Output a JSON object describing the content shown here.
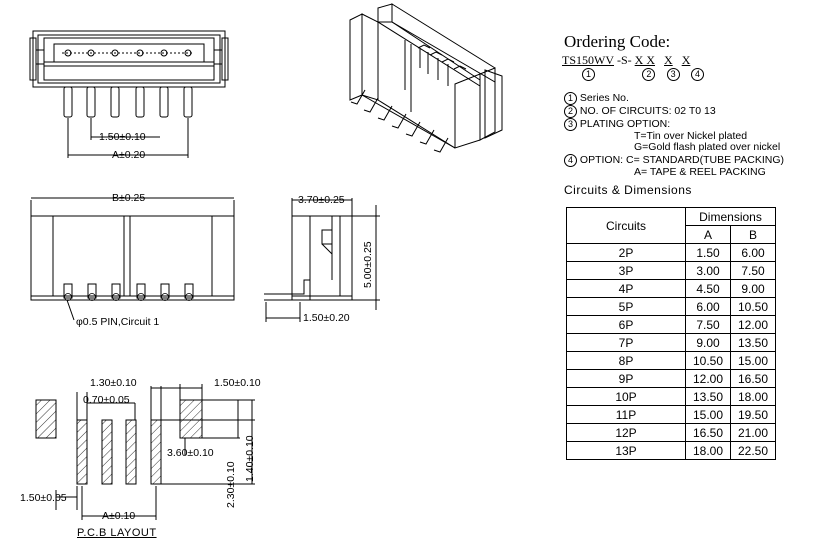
{
  "ordering": {
    "title": "Ordering Code:",
    "part_prefix": "TS150WV",
    "part_mid": "-S-",
    "part_x1": "X X",
    "part_x2": "X",
    "part_x3": "X",
    "circle_1": "1",
    "circle_2": "2",
    "circle_3": "3",
    "circle_4": "4"
  },
  "notes": {
    "n1": "Series No.",
    "n2": "NO. OF CIRCUITS: 02 T0 13",
    "n3": "PLATING OPTION:",
    "n3a": "T=Tin over Nickel plated",
    "n3b": "G=Gold flash plated over nickel",
    "n4": "OPTION: C= STANDARD(TUBE PACKING)",
    "n4b": "A= TAPE & REEL PACKING"
  },
  "table": {
    "title": "Circuits & Dimensions",
    "header_circuits": "Circuits",
    "header_dimensions": "Dimensions",
    "header_a": "A",
    "header_b": "B",
    "rows": [
      {
        "c": "2P",
        "a": "1.50",
        "b": "6.00"
      },
      {
        "c": "3P",
        "a": "3.00",
        "b": "7.50"
      },
      {
        "c": "4P",
        "a": "4.50",
        "b": "9.00"
      },
      {
        "c": "5P",
        "a": "6.00",
        "b": "10.50"
      },
      {
        "c": "6P",
        "a": "7.50",
        "b": "12.00"
      },
      {
        "c": "7P",
        "a": "9.00",
        "b": "13.50"
      },
      {
        "c": "8P",
        "a": "10.50",
        "b": "15.00"
      },
      {
        "c": "9P",
        "a": "12.00",
        "b": "16.50"
      },
      {
        "c": "10P",
        "a": "13.50",
        "b": "18.00"
      },
      {
        "c": "11P",
        "a": "15.00",
        "b": "19.50"
      },
      {
        "c": "12P",
        "a": "16.50",
        "b": "21.00"
      },
      {
        "c": "13P",
        "a": "18.00",
        "b": "22.50"
      }
    ]
  },
  "dims": {
    "top_pitch": "1.50±0.10",
    "top_a": "A±0.20",
    "front_b": "B±0.25",
    "pin_note": "φ0.5 PIN,Circuit 1",
    "side_width": "3.70±0.25",
    "side_height": "5.00±0.25",
    "side_pin": "1.50±0.20",
    "pcb_130": "1.30±0.10",
    "pcb_150_top": "1.50±0.10",
    "pcb_070": "0.70±0.05",
    "pcb_360": "3.60±0.10",
    "pcb_230": "2.30±0.10",
    "pcb_140": "1.40±0.10",
    "pcb_150_bot": "1.50±0.05",
    "pcb_a": "A±0.10",
    "pcb_title": "P.C.B LAYOUT"
  }
}
